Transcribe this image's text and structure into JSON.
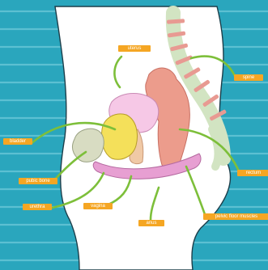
{
  "labels": {
    "uterus": "uterus",
    "spine": "spine",
    "bladder": "bladder",
    "pubic_bone": "pubic bone",
    "urethra": "urethra",
    "rectum": "rectum",
    "vagina": "vagina",
    "anus": "anus",
    "pelvic_floor": "pelvic floor muscles"
  },
  "colors": {
    "background": "#2aa6bd",
    "stripe": "#5cc0d2",
    "body": "#ffffff",
    "label": "#f5a623",
    "arrow": "#7dbf3a",
    "pelvic_floor": "#e79fd2",
    "rectum": "#ec9c8c",
    "spine_bone": "#d2e4c2",
    "spine_disc": "#e89a92",
    "uterus": "#f6c8e6",
    "bladder": "#f4e05a",
    "pubic_bone": "#d8dcc2"
  }
}
